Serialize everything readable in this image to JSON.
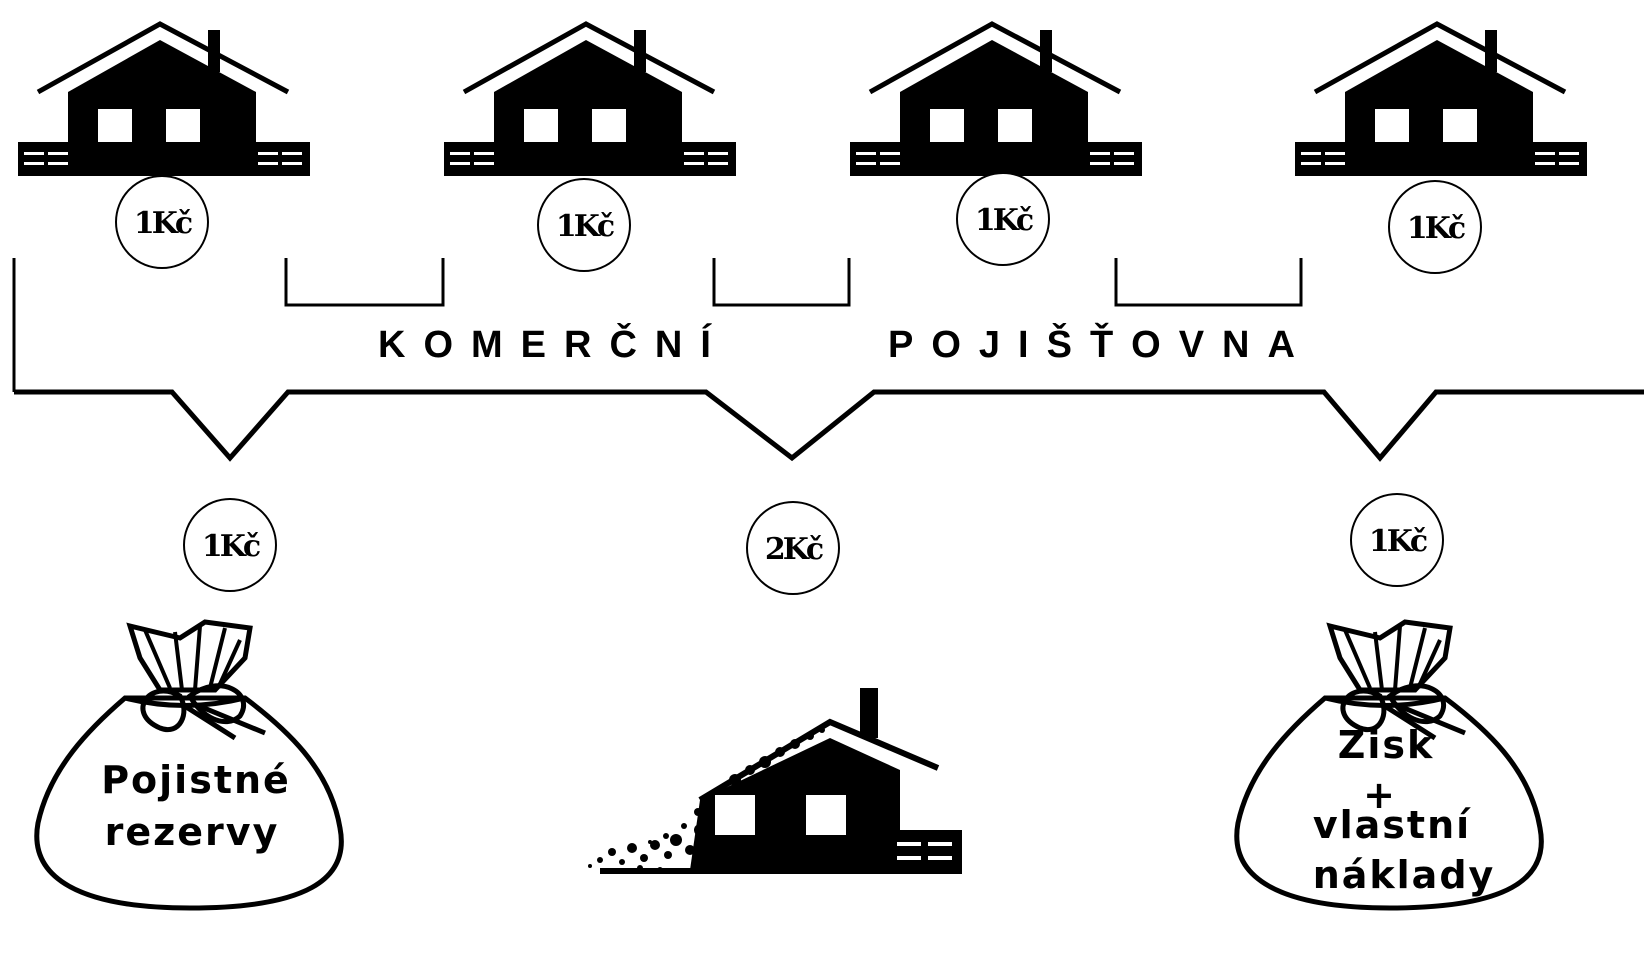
{
  "houses_top": [
    {
      "name": "house-1",
      "coin": "1Kč"
    },
    {
      "name": "house-2",
      "coin": "1Kč"
    },
    {
      "name": "house-3",
      "coin": "1Kč"
    },
    {
      "name": "house-4",
      "coin": "1Kč"
    }
  ],
  "title": {
    "word1": "KOMERČNÍ",
    "word2": "POJIŠŤOVNA"
  },
  "outputs": {
    "left_coin": "1Kč",
    "center_coin": "2Kč",
    "right_coin": "1Kč"
  },
  "left_bag": {
    "line1": "Pojistné",
    "line2": "rezervy"
  },
  "right_bag": {
    "line1": "Zisk",
    "line2": "+",
    "line3": "vlastní",
    "line4": "náklady"
  },
  "colors": {
    "ink": "#000000",
    "paper": "#ffffff"
  }
}
